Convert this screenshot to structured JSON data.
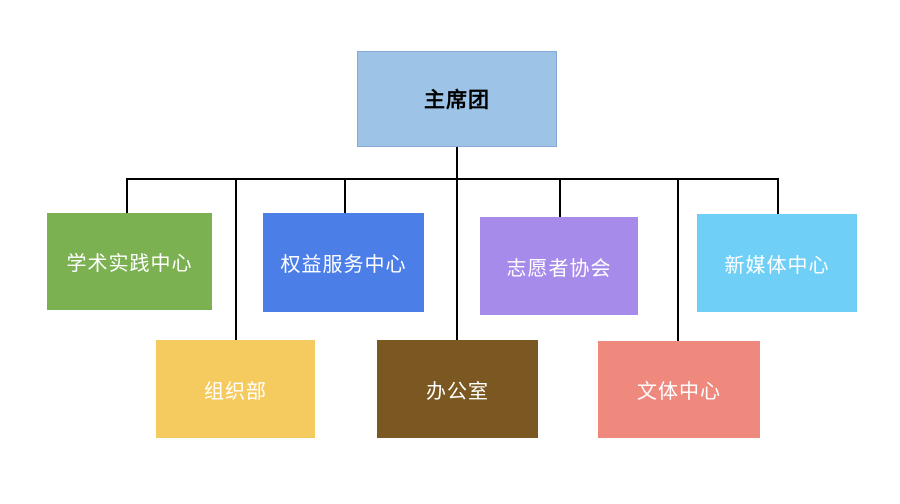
{
  "nodes": {
    "root": {
      "label": "主席团",
      "fill": "#9DC3E6",
      "text_color": "#000000"
    },
    "row2": [
      {
        "label": "学术实践中心",
        "fill": "#7CB152",
        "text_color": "#FFFFFF"
      },
      {
        "label": "权益服务中心",
        "fill": "#4C7EE8",
        "text_color": "#FFFFFF"
      },
      {
        "label": "志愿者协会",
        "fill": "#A78BEB",
        "text_color": "#FFFFFF"
      },
      {
        "label": "新媒体中心",
        "fill": "#6FCFF6",
        "text_color": "#FFFFFF"
      }
    ],
    "row3": [
      {
        "label": "组织部",
        "fill": "#F5CA5F",
        "text_color": "#FFFFFF"
      },
      {
        "label": "办公室",
        "fill": "#7B5721",
        "text_color": "#FFFFFF"
      },
      {
        "label": "文体中心",
        "fill": "#F0897D",
        "text_color": "#FFFFFF"
      }
    ]
  },
  "colors": {
    "connector": "#000000",
    "background": "#FFFFFF"
  }
}
